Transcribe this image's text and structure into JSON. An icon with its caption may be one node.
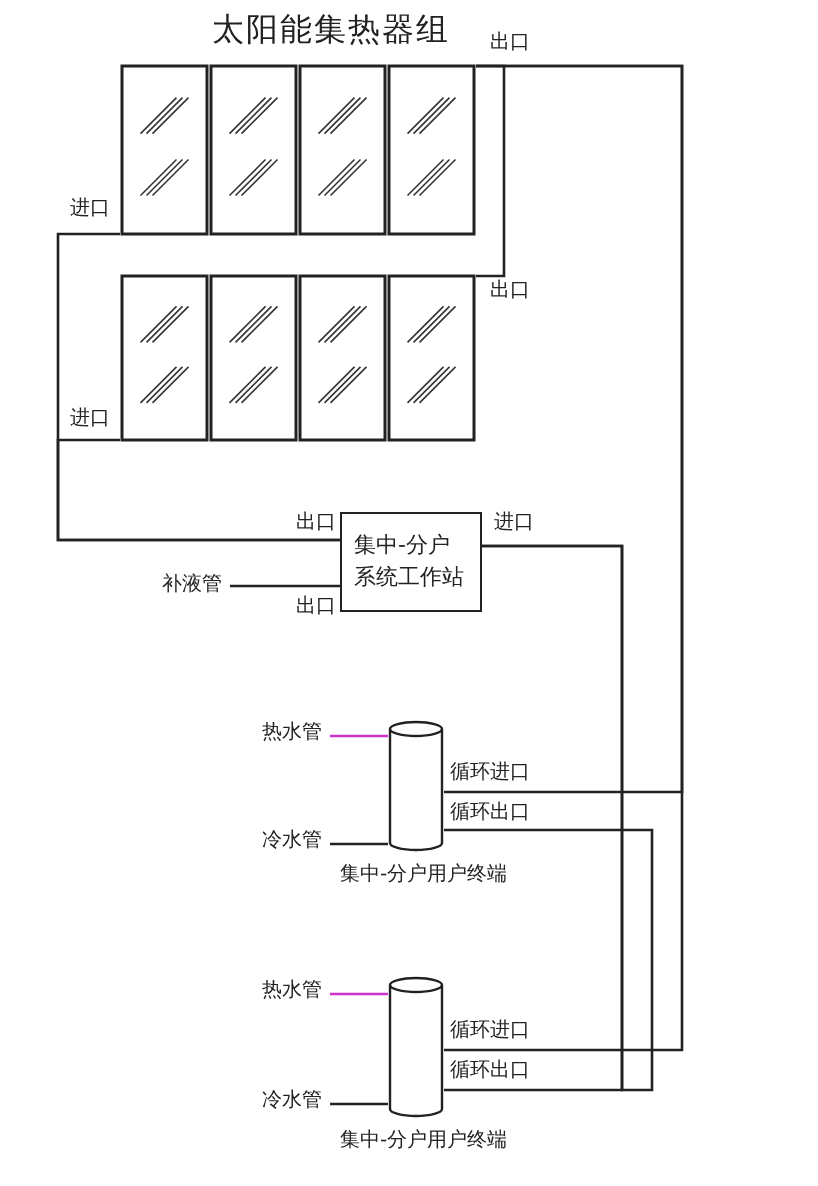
{
  "diagram": {
    "title": "太阳能集热器组",
    "nodes": [
      {
        "text": [],
        "shape": "box"
      },
      {
        "text": [],
        "shape": "box"
      },
      {
        "text": [
          "集中-分户系统工作站"
        ]
      },
      {
        "text": [
          "补液管"
        ]
      },
      {
        "text": [],
        "shape": "cylinder",
        "beside": [
          "集中-分户用户终端"
        ]
      },
      {
        "text": [
          "热水管"
        ]
      },
      {
        "text": [
          "冷水管"
        ]
      },
      {
        "text": [],
        "shape": "cylinder",
        "beside": [
          "集中-分户用户终端"
        ]
      },
      {
        "text": [
          "热水管"
        ]
      },
      {
        "text": [
          "冷水管"
        ]
      }
    ],
    "edges": [
      {
        "from": 1,
        "to": 0,
        "arrow": "none"
      },
      {
        "from": 0,
        "to": 4,
        "arrow": "none"
      },
      {
        "from": 0,
        "to": 7,
        "arrow": "none"
      },
      {
        "from": 2,
        "to": 0,
        "arrow": "none"
      },
      {
        "from": 2,
        "to": 1,
        "arrow": "none"
      },
      {
        "from": 4,
        "to": 2,
        "arrow": "none"
      },
      {
        "from": 7,
        "to": 2,
        "arrow": "none"
      },
      {
        "from": 3,
        "to": 2,
        "arrow": "none"
      },
      {
        "from": 5,
        "to": 4,
        "arrow": "none",
        "color": "#cc33cc"
      },
      {
        "from": 6,
        "to": 4,
        "arrow": "none"
      },
      {
        "from": 8,
        "to": 7,
        "arrow": "none",
        "color": "#cc33cc"
      },
      {
        "from": 9,
        "to": 7,
        "arrow": "none"
      }
    ],
    "labels": [
      "出口",
      "进口",
      "出口",
      "进口",
      "出口",
      "进口",
      "出口",
      "循环进口",
      "循环出口",
      "循环进口",
      "循环出口"
    ]
  }
}
